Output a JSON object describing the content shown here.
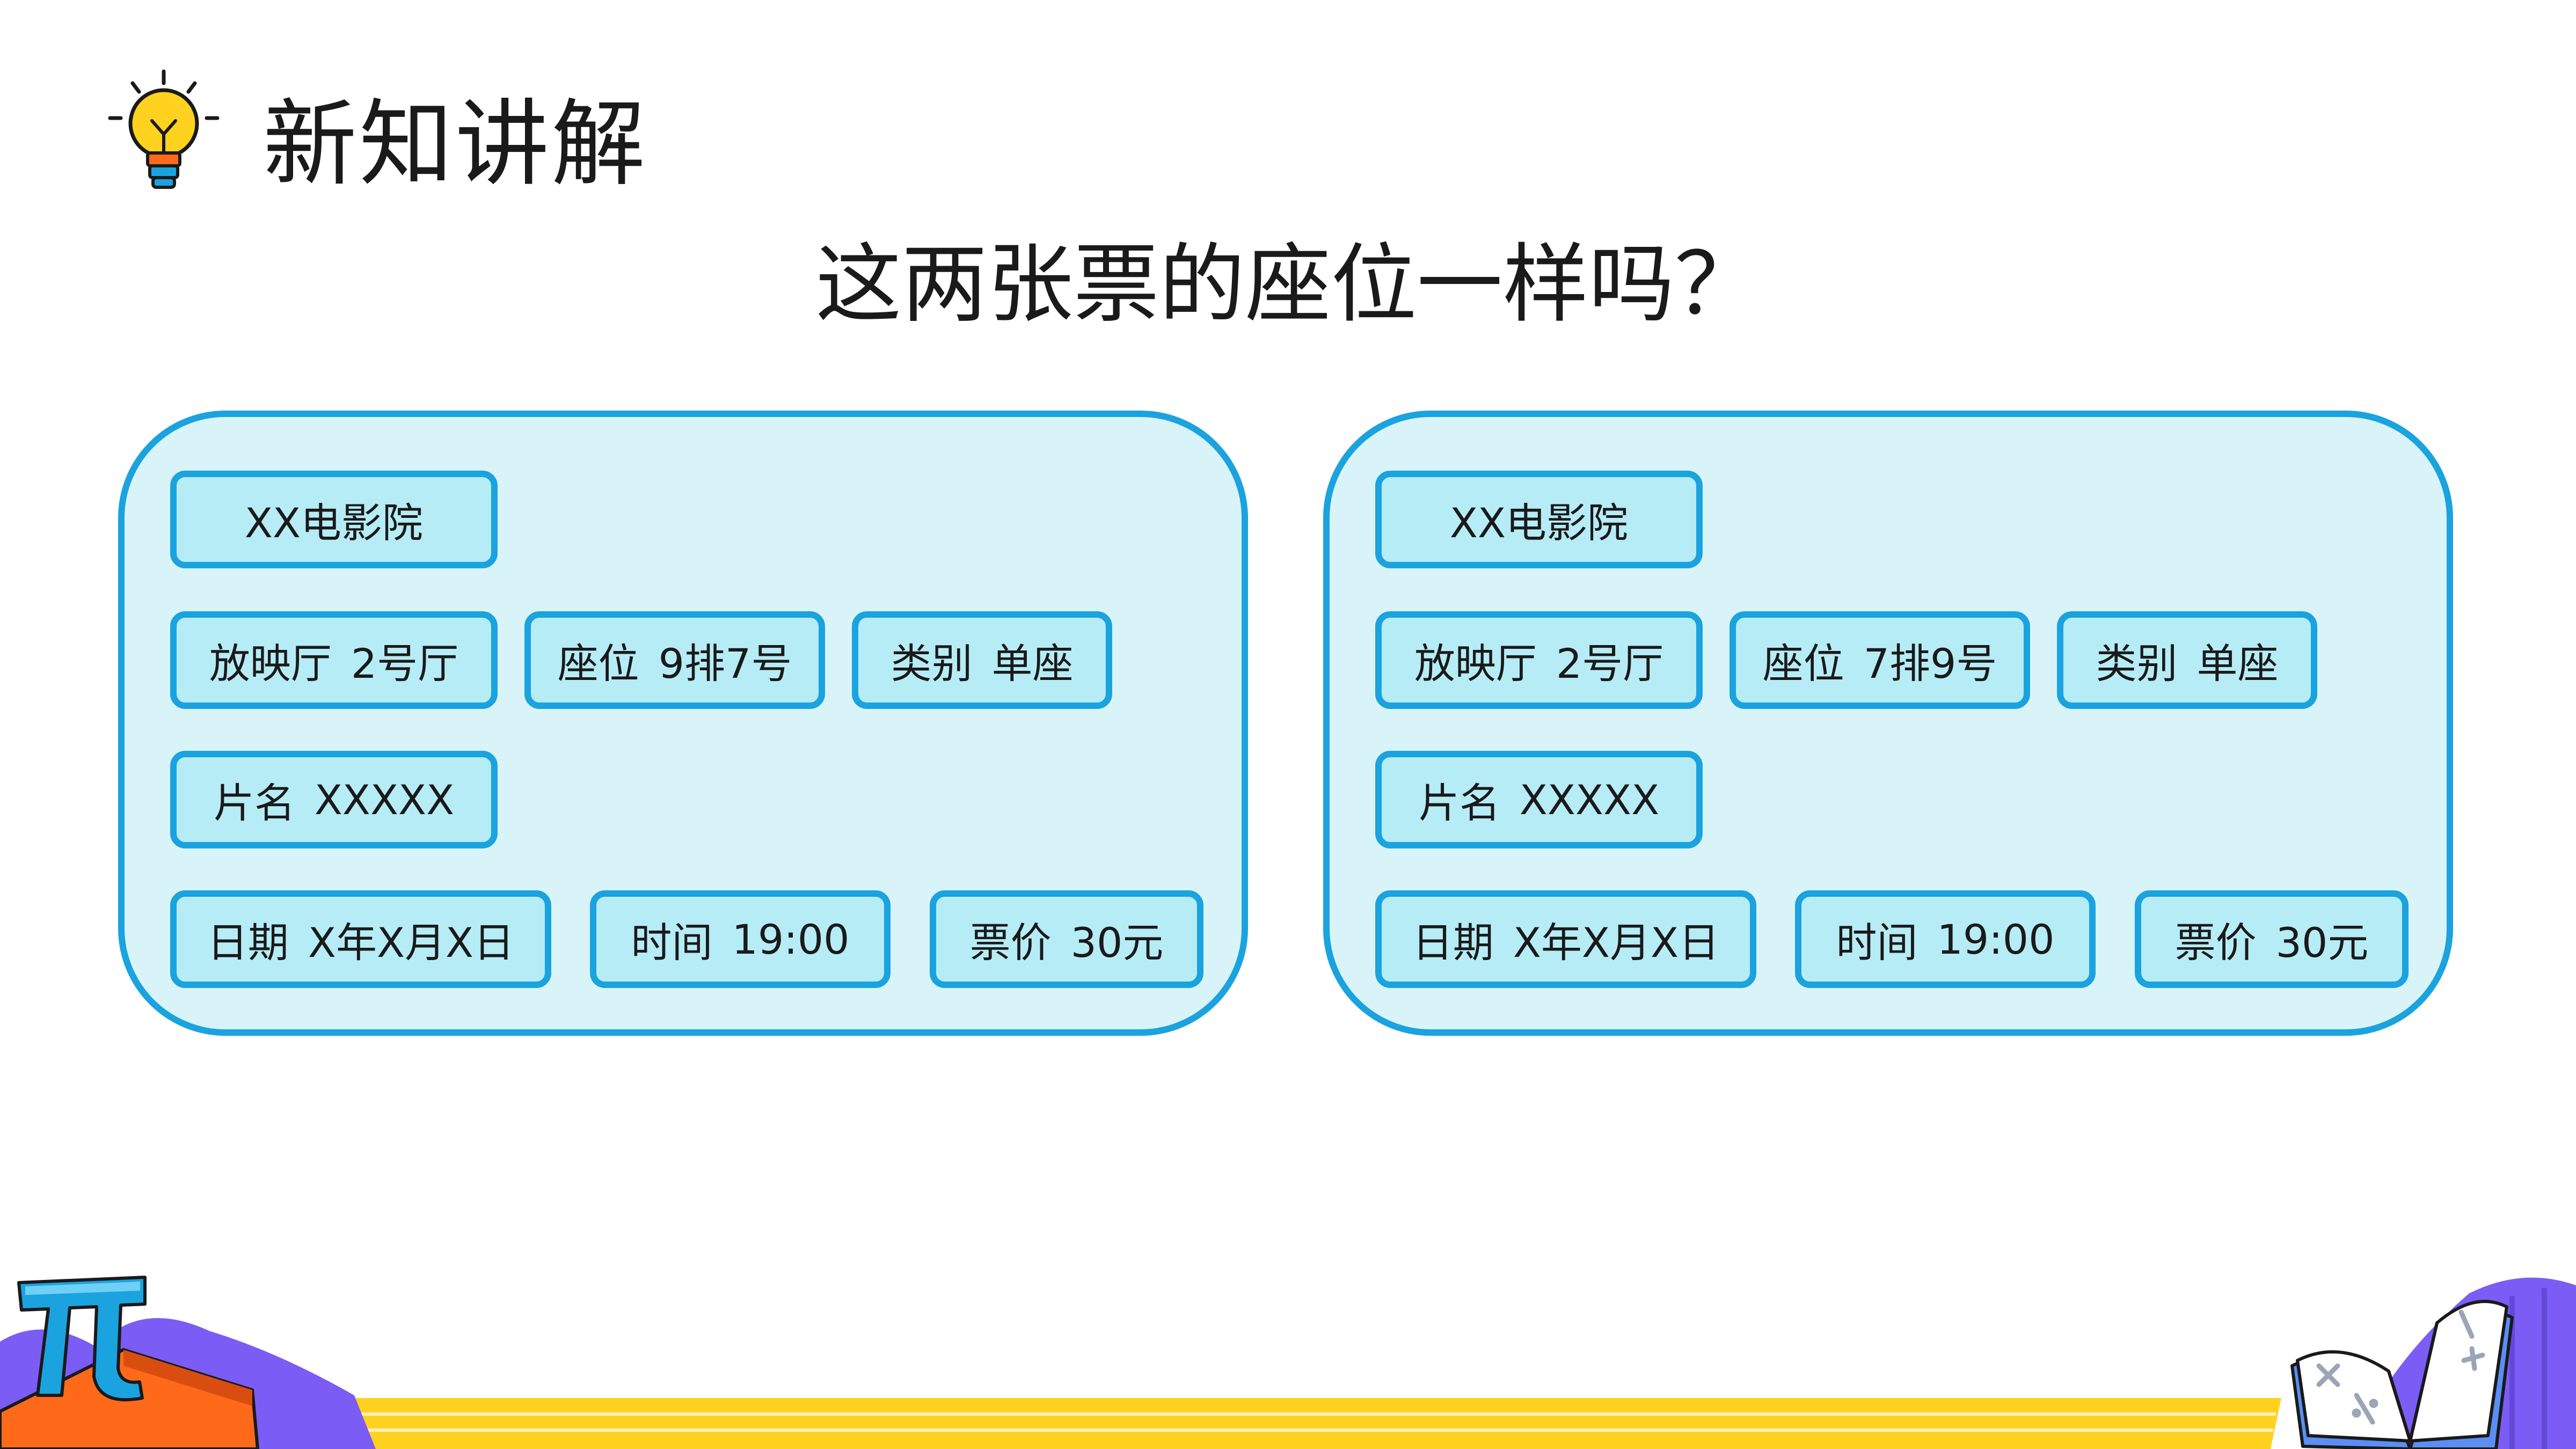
{
  "header": {
    "title": "新知讲解"
  },
  "question": "这两张票的座位一样吗？",
  "tickets": [
    {
      "cinema": "XX电影院",
      "hall_label": "放映厅",
      "hall": "2号厅",
      "seat_label": "座位",
      "seat": "9排7号",
      "type_label": "类别",
      "type": "单座",
      "movie_label": "片名",
      "movie": "XXXXX",
      "date_label": "日期",
      "date": "X年X月X日",
      "time_label": "时间",
      "time": "19:00",
      "price_label": "票价",
      "price": "30元"
    },
    {
      "cinema": "XX电影院",
      "hall_label": "放映厅",
      "hall": "2号厅",
      "seat_label": "座位",
      "seat": "7排9号",
      "type_label": "类别",
      "type": "单座",
      "movie_label": "片名",
      "movie": "XXXXX",
      "date_label": "日期",
      "date": "X年X月X日",
      "time_label": "时间",
      "time": "19:00",
      "price_label": "票价",
      "price": "30元"
    }
  ],
  "icons": {
    "header": "lightbulb-icon",
    "bottom_left": "pi-symbol-icon",
    "bottom_right": "math-book-icon"
  },
  "colors": {
    "ticket_border": "#1aa3df",
    "ticket_fill": "#d9f4f8",
    "field_fill": "#b6ecf6",
    "bulb": "#ffd21f",
    "footer_bar": "#ffd21f",
    "accent_purple": "#7b5cf5",
    "accent_orange": "#ff6a1a"
  }
}
